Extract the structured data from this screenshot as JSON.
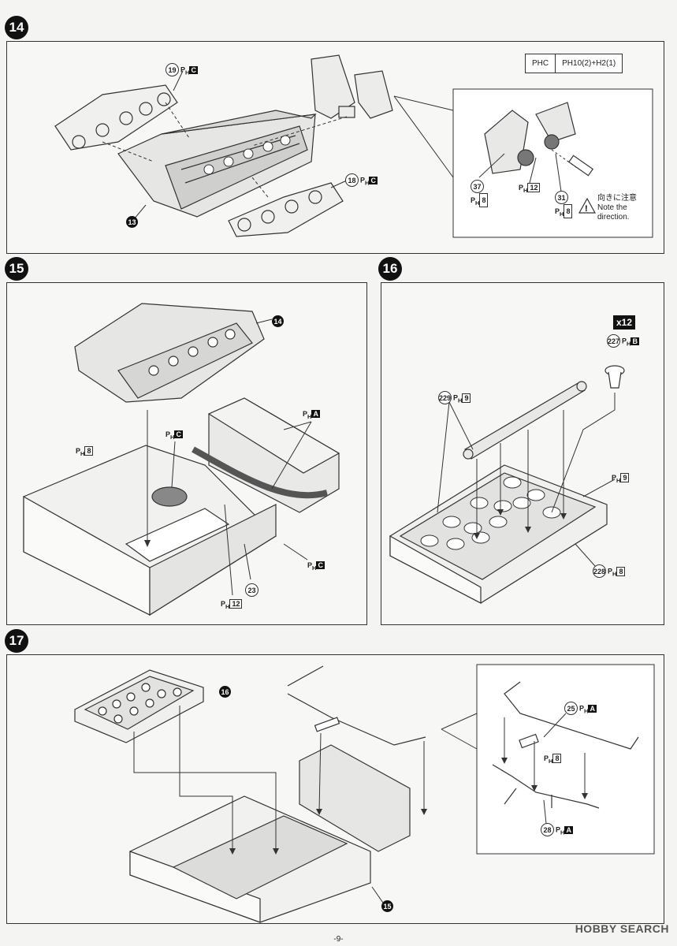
{
  "steps": {
    "s14": {
      "number": "14",
      "callouts": {
        "c19": {
          "num": "19",
          "part": "P",
          "sub": "H",
          "letter": "C"
        },
        "c18": {
          "num": "18",
          "part": "P",
          "sub": "H",
          "letter": "C"
        },
        "c13": {
          "num": "13"
        },
        "c37": {
          "num": "37",
          "part": "P",
          "sub": "H",
          "box": "8"
        },
        "c31": {
          "num": "31",
          "part": "P",
          "sub": "H",
          "box": "8"
        },
        "c12": {
          "part": "P",
          "sub": "H",
          "box": "12"
        }
      },
      "table": {
        "cell1": "PHC",
        "cell2": "PH10(2)+H2(1)"
      },
      "note": {
        "jp": "向きに注意",
        "en1": "Note the",
        "en2": "direction."
      }
    },
    "s15": {
      "number": "15",
      "callouts": {
        "c14": {
          "num": "14"
        },
        "pa": {
          "part": "P",
          "sub": "H",
          "letter": "A"
        },
        "pc1": {
          "part": "P",
          "sub": "H",
          "letter": "C"
        },
        "p8": {
          "part": "P",
          "sub": "H",
          "box": "8"
        },
        "pc2": {
          "part": "P",
          "sub": "H",
          "letter": "C"
        },
        "c23": {
          "num": "23"
        },
        "p12": {
          "part": "P",
          "sub": "H",
          "box": "12"
        }
      }
    },
    "s16": {
      "number": "16",
      "qty": "x12",
      "callouts": {
        "c227": {
          "num": "227",
          "part": "P",
          "sub": "H",
          "letter": "B"
        },
        "c229": {
          "num": "229",
          "part": "P",
          "sub": "H",
          "box": "9"
        },
        "p9": {
          "part": "P",
          "sub": "H",
          "box": "9"
        },
        "c228": {
          "num": "228",
          "part": "P",
          "sub": "H",
          "box": "8"
        }
      }
    },
    "s17": {
      "number": "17",
      "callouts": {
        "c16": {
          "num": "16"
        },
        "c15": {
          "num": "15"
        },
        "c25": {
          "num": "25",
          "part": "P",
          "sub": "H",
          "letter": "A"
        },
        "p8": {
          "part": "P",
          "sub": "H",
          "box": "8"
        },
        "c28": {
          "num": "28",
          "part": "P",
          "sub": "H",
          "letter": "A"
        }
      }
    }
  },
  "footer": {
    "page": "-9-",
    "brand": "HOBBY SEARCH"
  }
}
